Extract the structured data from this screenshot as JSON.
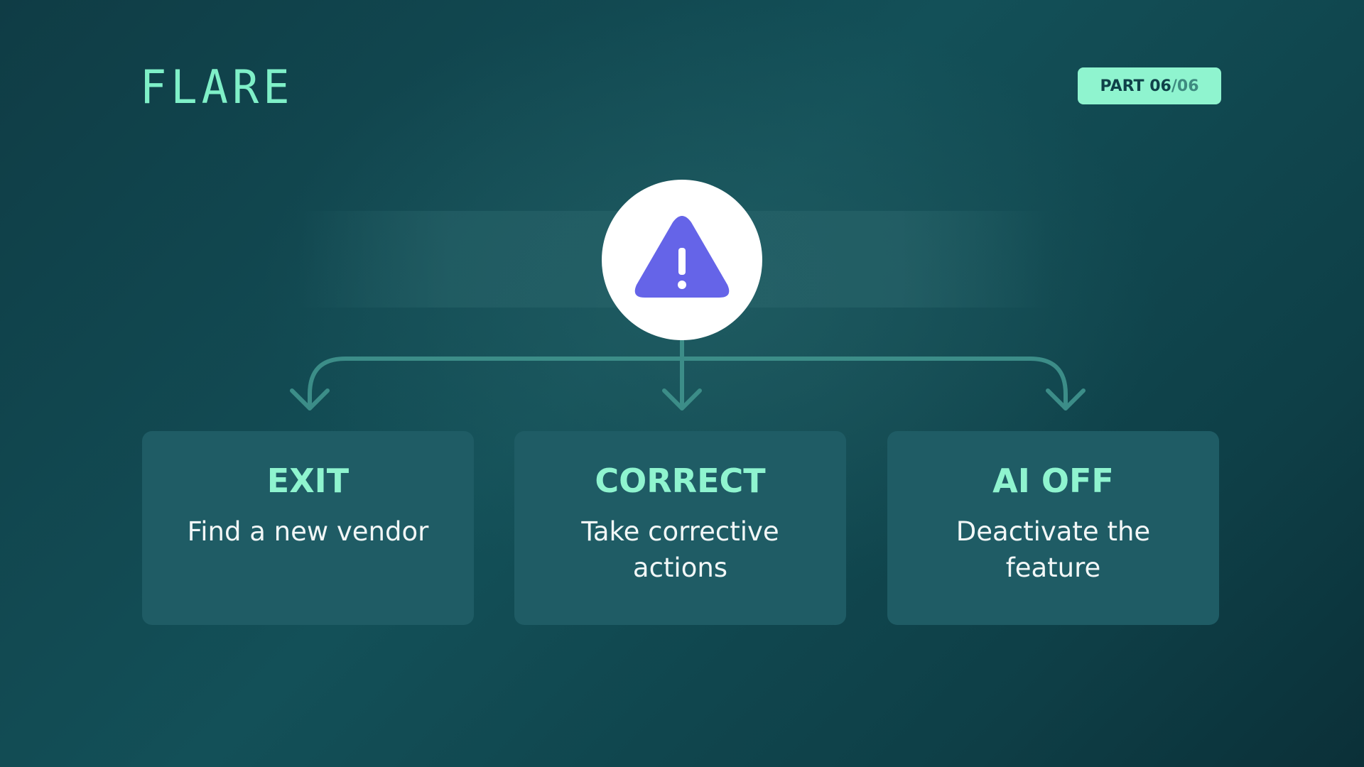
{
  "brand": {
    "logo_text": "FLARE"
  },
  "badge": {
    "prefix": "PART 06",
    "separator": "/",
    "total": "06"
  },
  "diagram": {
    "center_icon": "warning-triangle-icon",
    "colors": {
      "accent": "#8ff4cf",
      "icon": "#6564e8",
      "connector": "#3c8d88",
      "card": "#1f5c65"
    },
    "options": [
      {
        "title": "EXIT",
        "text": "Find a new vendor"
      },
      {
        "title": "CORRECT",
        "text": "Take corrective actions"
      },
      {
        "title": "AI OFF",
        "text": "Deactivate the feature"
      }
    ]
  }
}
